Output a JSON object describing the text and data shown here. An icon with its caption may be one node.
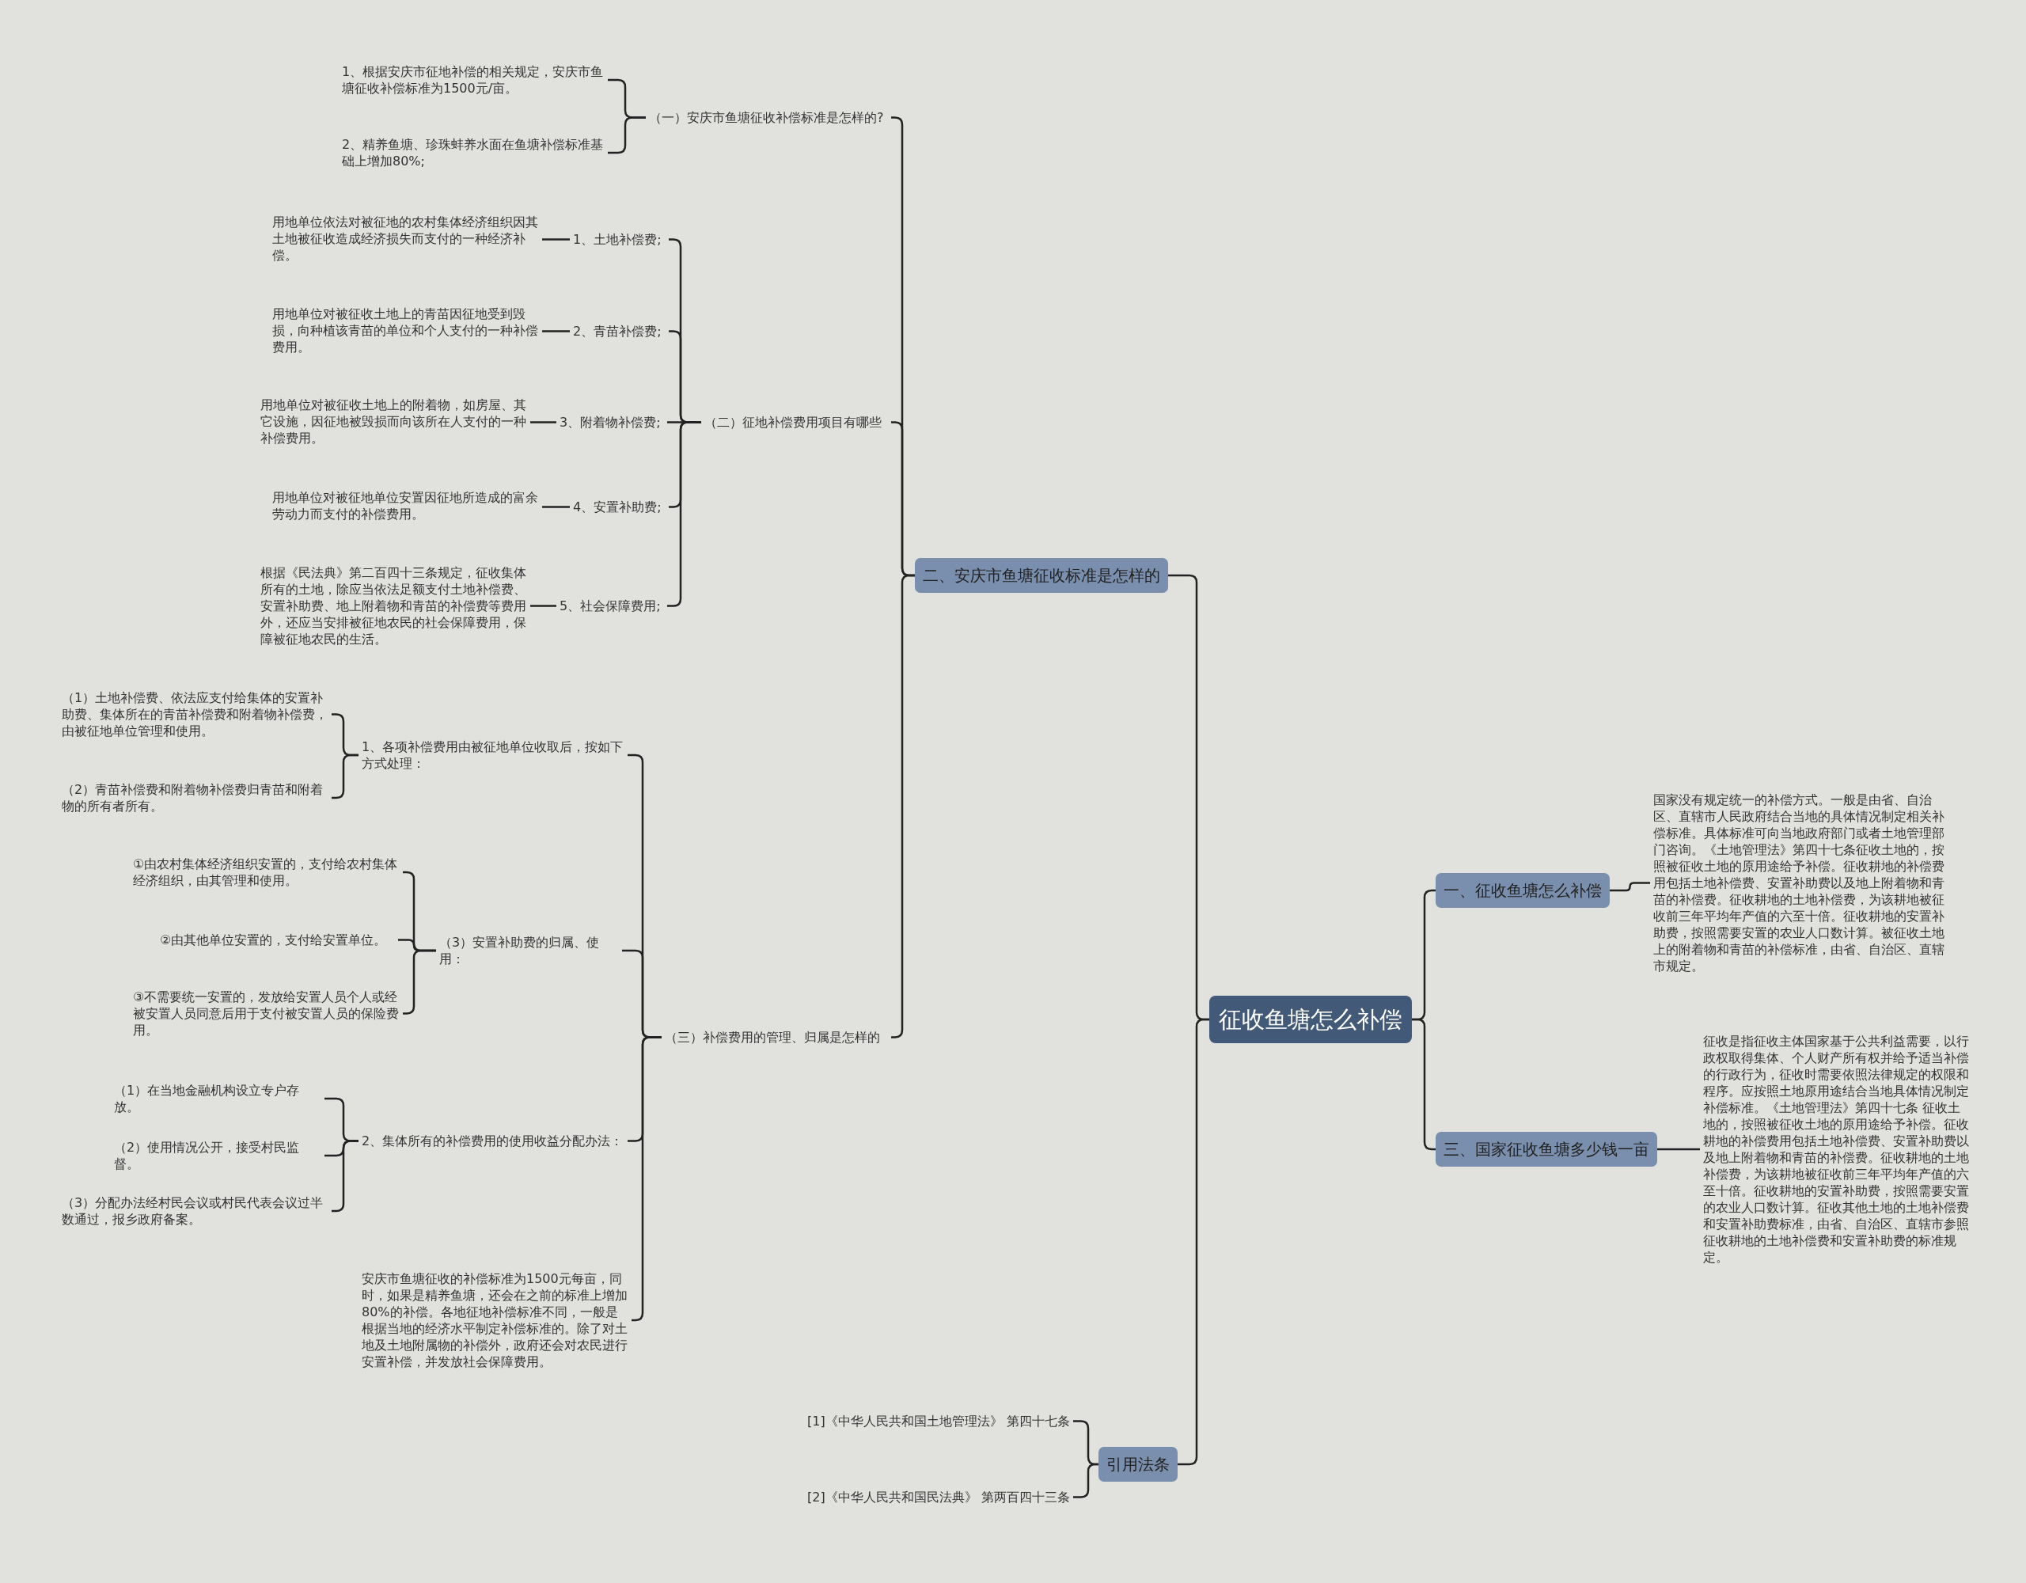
{
  "diagram": {
    "nodes": [
      {
        "text": [
          "征收鱼塘怎么补偿"
        ]
      },
      {
        "text": [
          "一、征收鱼塘怎么补偿"
        ]
      },
      {
        "text": [
          "国家没有规定统一的补偿方式。一般是由省、自治区、直辖市人民政府结合当地的具体情况制定相关补偿标准。具体标准可向当地政府部门或者土地管理部门咨询。《土地管理法》第四十七条征收土地的，按照被征收土地的原用途给予补偿。征收耕地的补偿费用包括土地补偿费、安置补助费以及地上附着物和青苗的补偿费。征收耕地的土地补偿费，为该耕地被征收前三年平均年产值的六至十倍。征收耕地的安置补助费，按照需要安置的农业人口数计算。被征收土地上的附着物和青苗的补偿标准，由省、自治区、直辖市规定。"
        ]
      },
      {
        "text": [
          "三、国家征收鱼塘多少钱一亩"
        ]
      },
      {
        "text": [
          "征收是指征收主体国家基于公共利益需要，以行政权取得集体、个人财产所有权并给予适当补偿的行政行为，征收时需要依照法律规定的权限和程序。应按照土地原用途结合当地具体情况制定补偿标准。《土地管理法》第四十七条 征收土地的，按照被征收土地的原用途给予补偿。征收耕地的补偿费用包括土地补偿费、安置补助费以及地上附着物和青苗的补偿费。征收耕地的土地补偿费，为该耕地被征收前三年平均年产值的六至十倍。征收耕地的安置补助费，按照需要安置的农业人口数计算。征收其他土地的土地补偿费和安置补助费标准，由省、自治区、直辖市参照征收耕地的土地补偿费和安置补助费的标准规定。"
        ]
      },
      {
        "text": [
          "二、安庆市鱼塘征收标准是怎样的"
        ]
      },
      {
        "text": [
          "（一）安庆市鱼塘征收补偿标准是怎样的?"
        ]
      },
      {
        "text": [
          "1、根据安庆市征地补偿的相关规定，安庆市鱼塘征收补偿标准为1500元/亩。"
        ]
      },
      {
        "text": [
          "2、精养鱼塘、珍珠蚌养水面在鱼塘补偿标准基础上增加80%;"
        ]
      },
      {
        "text": [
          "（二）征地补偿费用项目有哪些"
        ]
      },
      {
        "text": [
          "1、土地补偿费;"
        ]
      },
      {
        "text": [
          "用地单位依法对被征地的农村集体经济组织因其土地被征收造成经济损失而支付的一种经济补偿。"
        ]
      },
      {
        "text": [
          "2、青苗补偿费;"
        ]
      },
      {
        "text": [
          "用地单位对被征收土地上的青苗因征地受到毁损，向种植该青苗的单位和个人支付的一种补偿费用。"
        ]
      },
      {
        "text": [
          "3、附着物补偿费;"
        ]
      },
      {
        "text": [
          "用地单位对被征收土地上的附着物，如房屋、其它设施，因征地被毁损而向该所在人支付的一种补偿费用。"
        ]
      },
      {
        "text": [
          "4、安置补助费;"
        ]
      },
      {
        "text": [
          "用地单位对被征地单位安置因征地所造成的富余劳动力而支付的补偿费用。"
        ]
      },
      {
        "text": [
          "5、社会保障费用;"
        ]
      },
      {
        "text": [
          "根据《民法典》第二百四十三条规定，征收集体所有的土地，除应当依法足额支付土地补偿费、安置补助费、地上附着物和青苗的补偿费等费用外，还应当安排被征地农民的社会保障费用，保障被征地农民的生活。"
        ]
      },
      {
        "text": [
          "（三）补偿费用的管理、归属是怎样的"
        ]
      },
      {
        "text": [
          "1、各项补偿费用由被征地单位收取后，按如下方式处理："
        ]
      },
      {
        "text": [
          "（1）土地补偿费、依法应支付给集体的安置补助费、集体所在的青苗补偿费和附着物补偿费，由被征地单位管理和使用。"
        ]
      },
      {
        "text": [
          "（2）青苗补偿费和附着物补偿费归青苗和附着物的所有者所有。"
        ]
      },
      {
        "text": [
          "（3）安置补助费的归属、使用："
        ]
      },
      {
        "text": [
          "①由农村集体经济组织安置的，支付给农村集体经济组织，由其管理和使用。"
        ]
      },
      {
        "text": [
          "②由其他单位安置的，支付给安置单位。"
        ]
      },
      {
        "text": [
          "③不需要统一安置的，发放给安置人员个人或经被安置人员同意后用于支付被安置人员的保险费用。"
        ]
      },
      {
        "text": [
          "2、集体所有的补偿费用的使用收益分配办法："
        ]
      },
      {
        "text": [
          "（1）在当地金融机构设立专户存放。"
        ]
      },
      {
        "text": [
          "（2）使用情况公开，接受村民监督。"
        ]
      },
      {
        "text": [
          "（3）分配办法经村民会议或村民代表会议过半数通过，报乡政府备案。"
        ]
      },
      {
        "text": [
          "安庆市鱼塘征收的补偿标准为1500元每亩，同时，如果是精养鱼塘，还会在之前的标准上增加80%的补偿。各地征地补偿标准不同，一般是根据当地的经济水平制定补偿标准的。除了对土地及土地附属物的补偿外，政府还会对农民进行安置补偿，并发放社会保障费用。"
        ]
      },
      {
        "text": [
          "引用法条"
        ]
      },
      {
        "text": [
          "[1]《中华人民共和国土地管理法》 第四十七条"
        ]
      },
      {
        "text": [
          "[2]《中华人民共和国民法典》 第两百四十三条"
        ]
      }
    ],
    "edges": [
      {
        "from": 0,
        "to": 1,
        "arrow": "none"
      },
      {
        "from": 0,
        "to": 3,
        "arrow": "none"
      },
      {
        "from": 1,
        "to": 2,
        "arrow": "none"
      },
      {
        "from": 3,
        "to": 4,
        "arrow": "none"
      },
      {
        "from": 0,
        "to": 5,
        "arrow": "none"
      },
      {
        "from": 0,
        "to": 33,
        "arrow": "none"
      },
      {
        "from": 5,
        "to": 6,
        "arrow": "none"
      },
      {
        "from": 5,
        "to": 9,
        "arrow": "none"
      },
      {
        "from": 5,
        "to": 20,
        "arrow": "none"
      },
      {
        "from": 6,
        "to": 7,
        "arrow": "none"
      },
      {
        "from": 6,
        "to": 8,
        "arrow": "none"
      },
      {
        "from": 9,
        "to": 10,
        "arrow": "none"
      },
      {
        "from": 9,
        "to": 12,
        "arrow": "none"
      },
      {
        "from": 9,
        "to": 14,
        "arrow": "none"
      },
      {
        "from": 9,
        "to": 16,
        "arrow": "none"
      },
      {
        "from": 9,
        "to": 18,
        "arrow": "none"
      },
      {
        "from": 10,
        "to": 11,
        "arrow": "none"
      },
      {
        "from": 12,
        "to": 13,
        "arrow": "none"
      },
      {
        "from": 14,
        "to": 15,
        "arrow": "none"
      },
      {
        "from": 16,
        "to": 17,
        "arrow": "none"
      },
      {
        "from": 18,
        "to": 19,
        "arrow": "none"
      },
      {
        "from": 20,
        "to": 21,
        "arrow": "none"
      },
      {
        "from": 20,
        "to": 24,
        "arrow": "none"
      },
      {
        "from": 20,
        "to": 28,
        "arrow": "none"
      },
      {
        "from": 20,
        "to": 32,
        "arrow": "none"
      },
      {
        "from": 21,
        "to": 22,
        "arrow": "none"
      },
      {
        "from": 21,
        "to": 23,
        "arrow": "none"
      },
      {
        "from": 24,
        "to": 25,
        "arrow": "none"
      },
      {
        "from": 24,
        "to": 26,
        "arrow": "none"
      },
      {
        "from": 24,
        "to": 27,
        "arrow": "none"
      },
      {
        "from": 28,
        "to": 29,
        "arrow": "none"
      },
      {
        "from": 28,
        "to": 30,
        "arrow": "none"
      },
      {
        "from": 28,
        "to": 31,
        "arrow": "none"
      },
      {
        "from": 33,
        "to": 34,
        "arrow": "none"
      },
      {
        "from": 33,
        "to": 35,
        "arrow": "none"
      }
    ]
  }
}
